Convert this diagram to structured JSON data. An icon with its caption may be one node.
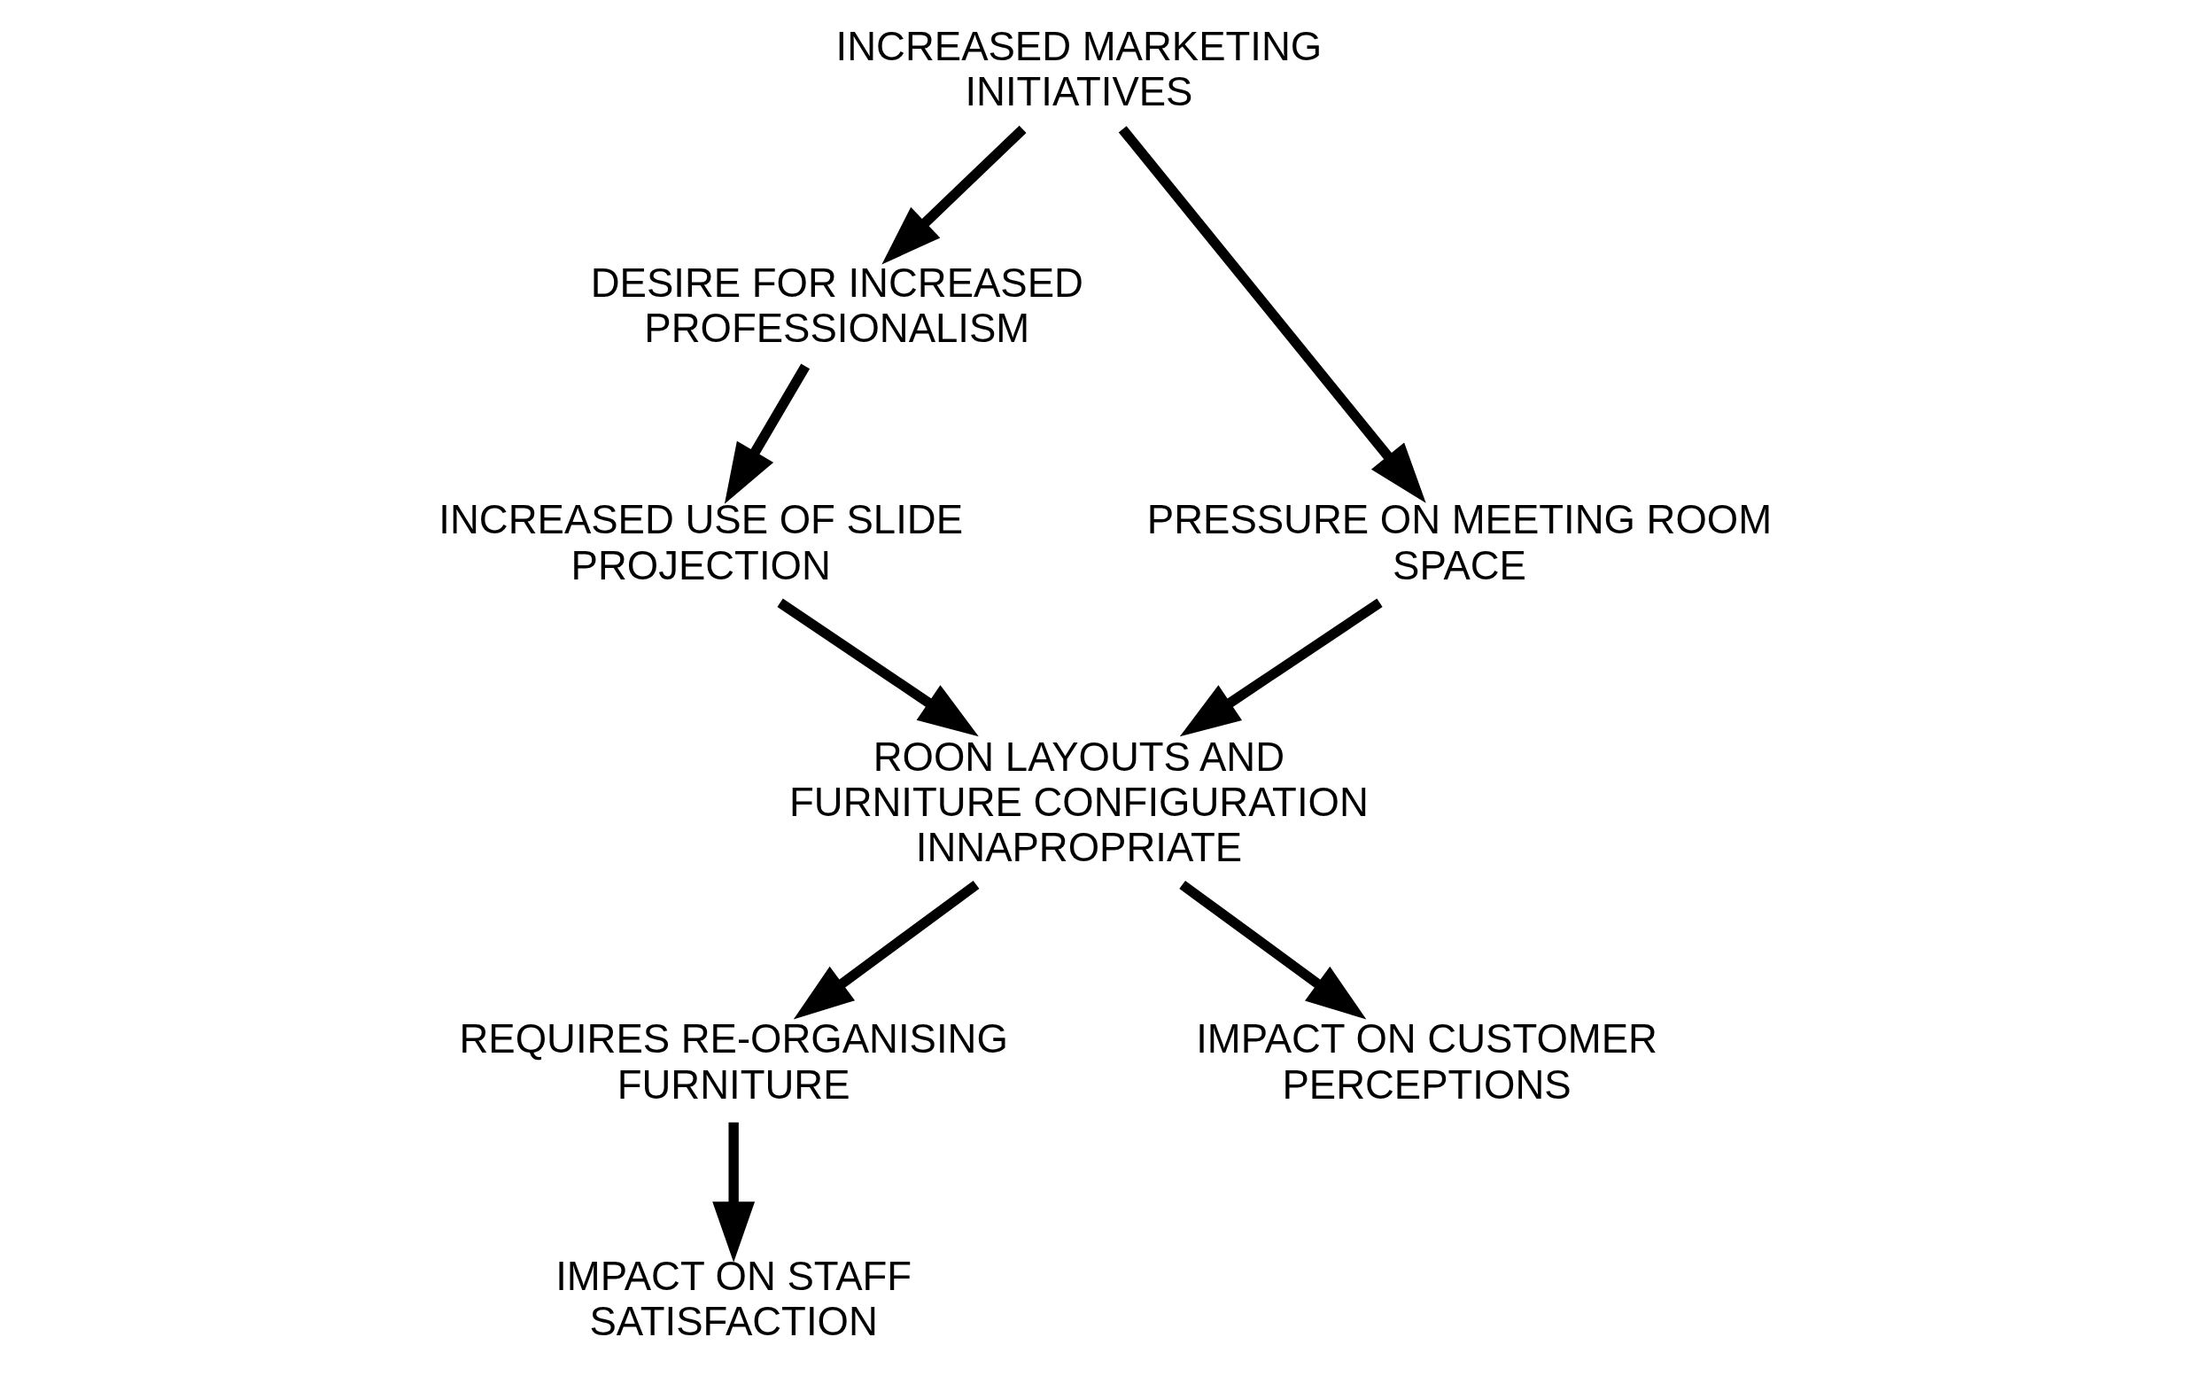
{
  "diagram": {
    "nodes": [
      {
        "text": [
          "INCREASED MARKETING INITIATIVES"
        ]
      },
      {
        "text": [
          "DESIRE FOR INCREASED PROFESSIONALISM"
        ]
      },
      {
        "text": [
          "PRESSURE ON MEETING ROOM SPACE"
        ]
      },
      {
        "text": [
          "INCREASED USE OF SLIDE PROJECTION"
        ]
      },
      {
        "text": [
          "ROON LAYOUTS AND FURNITURE CONFIGURATION INNAPROPRIATE"
        ]
      },
      {
        "text": [
          "REQUIRES RE-ORGANISING FURNITURE"
        ]
      },
      {
        "text": [
          "IMPACT ON CUSTOMER PERCEPTIONS"
        ]
      },
      {
        "text": [
          "IMPACT ON STAFF SATISFACTION"
        ]
      }
    ],
    "edges": [
      {
        "from": 0,
        "to": 1,
        "arrow": "to"
      },
      {
        "from": 0,
        "to": 2,
        "arrow": "to"
      },
      {
        "from": 1,
        "to": 3,
        "arrow": "to"
      },
      {
        "from": 2,
        "to": 4,
        "arrow": "to"
      },
      {
        "from": 3,
        "to": 4,
        "arrow": "to"
      },
      {
        "from": 4,
        "to": 6,
        "arrow": "to"
      },
      {
        "from": 4,
        "to": 5,
        "arrow": "to"
      },
      {
        "from": 5,
        "to": 7,
        "arrow": "to"
      }
    ]
  }
}
